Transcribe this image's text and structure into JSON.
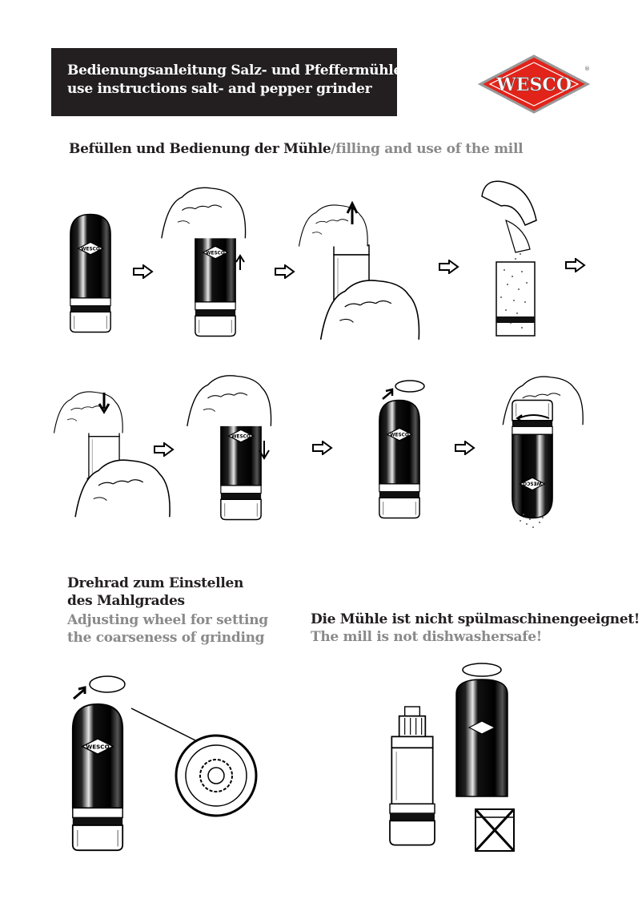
{
  "header": {
    "title_de": "Bedienungsanleitung Salz- und Pfeffermühle",
    "title_en": "use instructions salt- and pepper grinder"
  },
  "logo": {
    "text": "WESCO",
    "registered": "®",
    "color": "#e2231a"
  },
  "section1": {
    "title_de": "Befüllen und Bedienung der Mühle",
    "title_en": "/filling and use of the mill"
  },
  "section2": {
    "title_de_line1": "Drehrad zum Einstellen",
    "title_de_line2": "des Mahlgrades",
    "title_en_line1": "Adjusting wheel for setting",
    "title_en_line2": "the coarseness of grinding"
  },
  "section3": {
    "title_de": "Die Mühle ist nicht spülmaschinengeeignet!",
    "title_en": "The mill is not dishwashersafe!"
  },
  "icons": [
    "next-step-arrow-icon",
    "up-arrow-icon",
    "down-arrow-icon",
    "no-dishwasher-icon"
  ],
  "colors": {
    "dark": "#231f20",
    "grey": "#8a8a8a",
    "brand_red": "#e2231a"
  }
}
